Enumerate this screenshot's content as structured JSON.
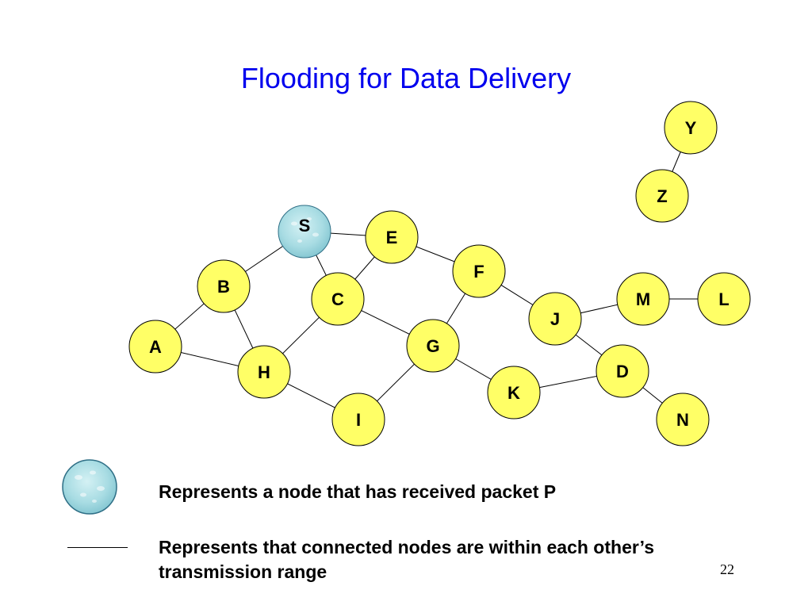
{
  "slide": {
    "title": "Flooding for Data Delivery",
    "page_number": "22"
  },
  "colors": {
    "node_fill": "#ffff66",
    "node_stroke": "#000000",
    "received_fill": "#a8dce3",
    "received_stroke": "#2f6f86",
    "edge": "#000000",
    "title": "#0000ee"
  },
  "graph": {
    "nodes": [
      {
        "id": "S",
        "label": "S",
        "received": true
      },
      {
        "id": "E",
        "label": "E",
        "received": false
      },
      {
        "id": "B",
        "label": "B",
        "received": false
      },
      {
        "id": "C",
        "label": "C",
        "received": false
      },
      {
        "id": "F",
        "label": "F",
        "received": false
      },
      {
        "id": "A",
        "label": "A",
        "received": false
      },
      {
        "id": "H",
        "label": "H",
        "received": false
      },
      {
        "id": "G",
        "label": "G",
        "received": false
      },
      {
        "id": "I",
        "label": "I",
        "received": false
      },
      {
        "id": "K",
        "label": "K",
        "received": false
      },
      {
        "id": "J",
        "label": "J",
        "received": false
      },
      {
        "id": "M",
        "label": "M",
        "received": false
      },
      {
        "id": "L",
        "label": "L",
        "received": false
      },
      {
        "id": "D",
        "label": "D",
        "received": false
      },
      {
        "id": "N",
        "label": "N",
        "received": false
      },
      {
        "id": "Y",
        "label": "Y",
        "received": false
      },
      {
        "id": "Z",
        "label": "Z",
        "received": false
      }
    ],
    "edges": [
      [
        "S",
        "E"
      ],
      [
        "S",
        "B"
      ],
      [
        "S",
        "C"
      ],
      [
        "E",
        "C"
      ],
      [
        "E",
        "F"
      ],
      [
        "B",
        "A"
      ],
      [
        "B",
        "H"
      ],
      [
        "A",
        "H"
      ],
      [
        "C",
        "H"
      ],
      [
        "C",
        "G"
      ],
      [
        "F",
        "G"
      ],
      [
        "F",
        "J"
      ],
      [
        "H",
        "I"
      ],
      [
        "G",
        "I"
      ],
      [
        "G",
        "K"
      ],
      [
        "K",
        "D"
      ],
      [
        "J",
        "M"
      ],
      [
        "J",
        "D"
      ],
      [
        "M",
        "L"
      ],
      [
        "D",
        "N"
      ],
      [
        "Y",
        "Z"
      ]
    ]
  },
  "legend": {
    "node_text": "Represents a node that has received packet P",
    "edge_text": "Represents that connected nodes are within each other’s transmission range"
  }
}
